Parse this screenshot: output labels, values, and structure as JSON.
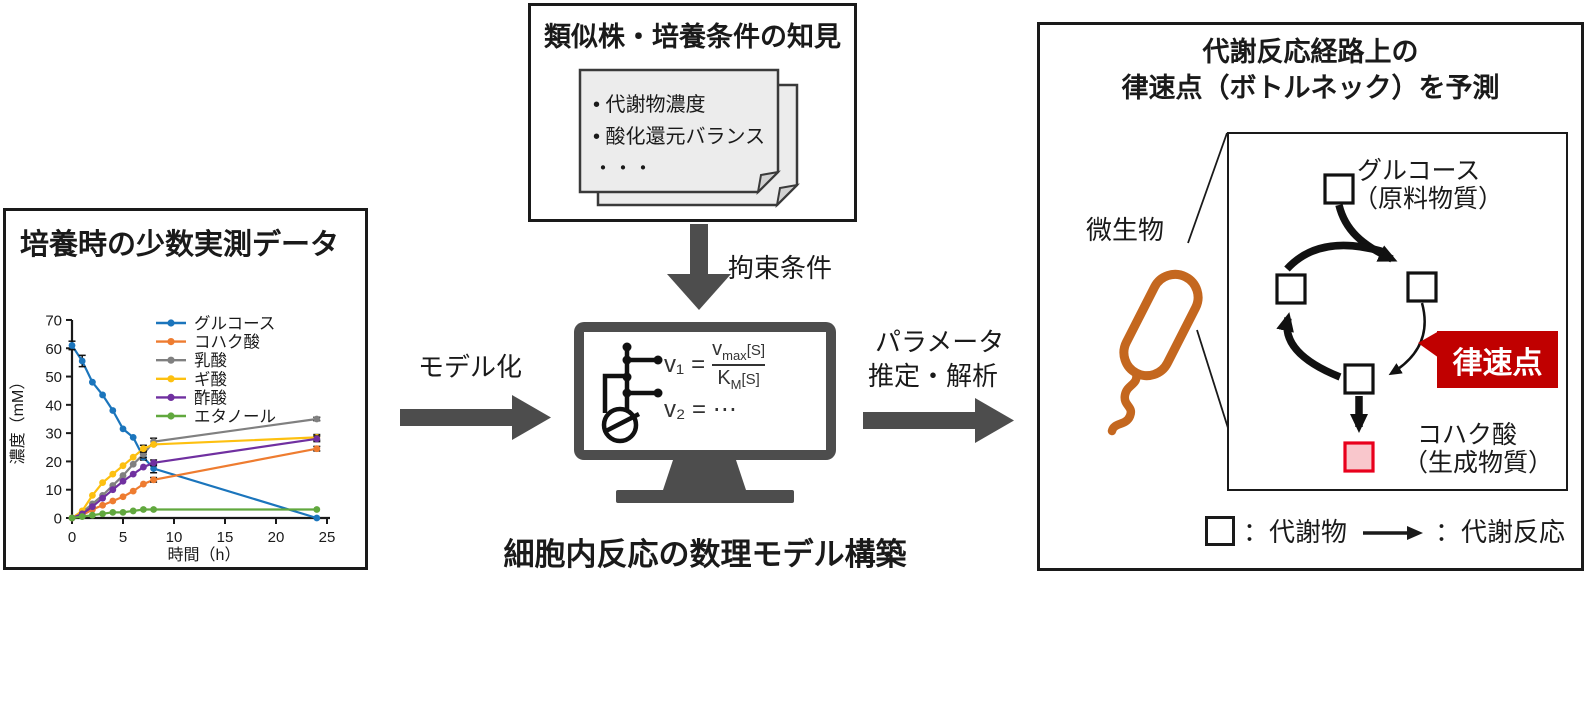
{
  "colors": {
    "border": "#1a1a1a",
    "flow_arrow_gray": "#4d4d4d",
    "card_fill": "#ececec",
    "microbe_orange": "#c4671f",
    "bottleneck_red": "#c00000",
    "product_fill": "#f9c7cc",
    "product_border": "#e8001c"
  },
  "left_panel": {
    "title": "培養時の少数実測データ"
  },
  "chart_data": {
    "type": "line",
    "title": "",
    "xlabel": "時間（h）",
    "ylabel": "濃度（mM）",
    "xlim": [
      0,
      25
    ],
    "ylim": [
      0,
      70
    ],
    "xticks": [
      0,
      5,
      10,
      15,
      20,
      25
    ],
    "yticks": [
      0,
      10,
      20,
      30,
      40,
      50,
      60,
      70
    ],
    "grid": false,
    "legend_position": "upper right",
    "x": [
      0,
      1,
      2,
      3,
      4,
      5,
      6,
      7,
      8,
      24
    ],
    "series": [
      {
        "name": "グルコース",
        "color": "#1b75bc",
        "values": [
          61,
          55.5,
          48,
          43.5,
          38,
          31.5,
          28.5,
          21.5,
          17.5,
          0
        ],
        "err": [
          1.5,
          2,
          0,
          0,
          0,
          0,
          0,
          1,
          1.5,
          0
        ]
      },
      {
        "name": "コハク酸",
        "color": "#ee7c30",
        "values": [
          0,
          1,
          3,
          4.5,
          6,
          7.5,
          9.5,
          12,
          13.5,
          24.5
        ],
        "err": [
          0,
          0,
          0,
          0,
          0,
          0,
          0,
          0,
          0.8,
          0.8
        ]
      },
      {
        "name": "乳酸",
        "color": "#808080",
        "values": [
          0,
          2,
          5,
          8,
          11.5,
          15,
          19,
          22.5,
          27,
          35
        ],
        "err": [
          0,
          0,
          0,
          0,
          0,
          0,
          0,
          1.2,
          1.2,
          0.6
        ]
      },
      {
        "name": "ギ酸",
        "color": "#fdc010",
        "values": [
          0,
          2.5,
          8,
          12.5,
          15.5,
          18.5,
          21.5,
          24.5,
          26,
          28.5
        ],
        "err": [
          0,
          0,
          0,
          0,
          0,
          0,
          0,
          1.2,
          0,
          1
        ]
      },
      {
        "name": "酢酸",
        "color": "#7030a0",
        "values": [
          0,
          1.5,
          4,
          7,
          10,
          13,
          15.5,
          18,
          19.5,
          28
        ],
        "err": [
          0,
          0,
          0,
          0,
          0,
          0,
          0,
          0,
          1,
          1
        ]
      },
      {
        "name": "エタノール",
        "color": "#61a83e",
        "values": [
          0,
          0.5,
          1,
          1.5,
          2,
          2,
          2.5,
          3,
          3,
          3
        ],
        "err": [
          0,
          0,
          0,
          0,
          0,
          0,
          0,
          0,
          0,
          0
        ]
      }
    ]
  },
  "knowledge_box": {
    "title": "類似株・培養条件の知見",
    "items": [
      "• 代謝物濃度",
      "• 酸化還元バランス",
      "・・・"
    ]
  },
  "flow": {
    "constraint_label": "拘束条件",
    "modeling_label": "モデル化",
    "param_label_line1": "パラメータ",
    "param_label_line2": "推定・解析",
    "model_caption": "細胞内反応の数理モデル構築"
  },
  "monitor": {
    "equation": {
      "v1": "v₁",
      "equals": "=",
      "num_base": "v",
      "num_sub": "max",
      "num_bracket": "[S]",
      "den_base": "K",
      "den_sub": "M",
      "den_bracket": "[S]",
      "v2_line": "v₂ = ⋯"
    }
  },
  "right_panel": {
    "title_line1": "代謝反応経路上の",
    "title_line2": "律速点（ボトルネック）を予測",
    "microbe_label": "微生物",
    "glucose_label": "グルコース",
    "glucose_sublabel": "（原料物質）",
    "bottleneck_label": "律速点",
    "succinate_label": "コハク酸",
    "succinate_sublabel": "（生成物質）",
    "legend_metabolite": "：代謝物",
    "legend_reaction": "：代謝反応"
  }
}
